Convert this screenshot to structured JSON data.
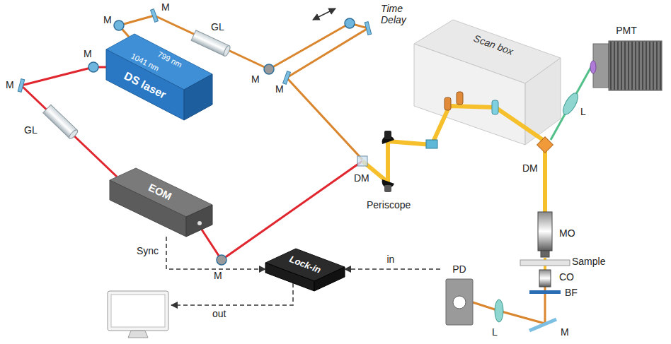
{
  "diagram": {
    "nodes": [
      {
        "text": [
          "799 nm",
          "1041 nm",
          "DS laser"
        ]
      },
      {
        "text": [
          "Scan box"
        ]
      },
      {
        "text": [
          "PMT"
        ]
      },
      {
        "text": [
          "EOM"
        ]
      },
      {
        "text": [
          "Lock-in"
        ]
      },
      {
        "text": [
          "PD"
        ]
      }
    ],
    "edges": [
      {
        "from": 3,
        "to": 4,
        "label": "Sync",
        "arrow": "to"
      },
      {
        "from": 5,
        "to": 4,
        "label": "in",
        "arrow": "to"
      }
    ],
    "labels": [
      "M",
      "M",
      "GL",
      "Time Delay",
      "M",
      "M",
      "M",
      "M",
      "GL",
      "DM",
      "Periscope",
      "DM",
      "L",
      "MO",
      "Sample",
      "CO",
      "BF",
      "M",
      "L",
      "M",
      "out"
    ]
  }
}
